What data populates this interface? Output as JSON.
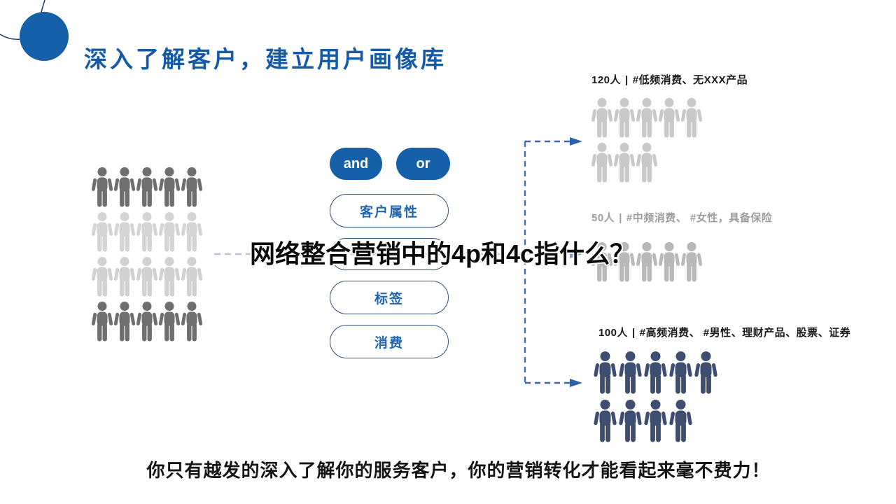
{
  "title": "深入了解客户，建立用户画像库",
  "overlay_title": "网络整合营销中的4p和4c指什么？",
  "caption": "你只有越发的深入了解你的服务客户，你的营销转化才能看起来毫不费力！",
  "operators": {
    "and_label": "and",
    "or_label": "or"
  },
  "filters": [
    {
      "label": "客户属性"
    },
    {
      "label": ""
    },
    {
      "label": "标签"
    },
    {
      "label": "消费"
    }
  ],
  "left_group": {
    "rows": [
      {
        "count": 5,
        "color": "#6f6f6f"
      },
      {
        "count": 5,
        "color": "#d4d4d4"
      },
      {
        "count": 5,
        "color": "#d1d1d1"
      },
      {
        "count": 5,
        "color": "#6f6f6f"
      }
    ]
  },
  "segments": [
    {
      "count": "120人",
      "separator": "|",
      "tags": "#低频消费、无XXX产品",
      "label_color": "#1a1a1a",
      "people_color": "#c9c9c9",
      "rows": [
        {
          "count": 5,
          "color": "#c9c9c9"
        },
        {
          "count": 3,
          "color": "#c9c9c9"
        }
      ]
    },
    {
      "count": "50人",
      "separator": "|",
      "tags": "#中频消费、 #女性，具备保险",
      "label_color": "#9d9d9d",
      "people_color": "#b9b9b9",
      "rows": [
        {
          "count": 5,
          "color": "#b9b9b9"
        }
      ]
    },
    {
      "count": "100人",
      "separator": "|",
      "tags": "#高频消费、 #男性、理财产品、股票、证券",
      "label_color": "#1a1a1a",
      "people_color": "#3e4e71",
      "rows": [
        {
          "count": 5,
          "color": "#3e4e71"
        },
        {
          "count": 4,
          "color": "#3e4e71"
        }
      ]
    }
  ],
  "colors": {
    "accent_blue": "#1560a8",
    "title_blue": "#155aa7",
    "button_text_blue": "#2166ae",
    "pill_border": "#2f4e78",
    "connector_blue": "#4470ac",
    "connector_light": "#b7c5da",
    "arrow_dark": "#2e61a7",
    "arrow_light": "#7e9cc6"
  },
  "icons": {
    "person": "person-icon",
    "title_dot": "title-dot-circle"
  }
}
